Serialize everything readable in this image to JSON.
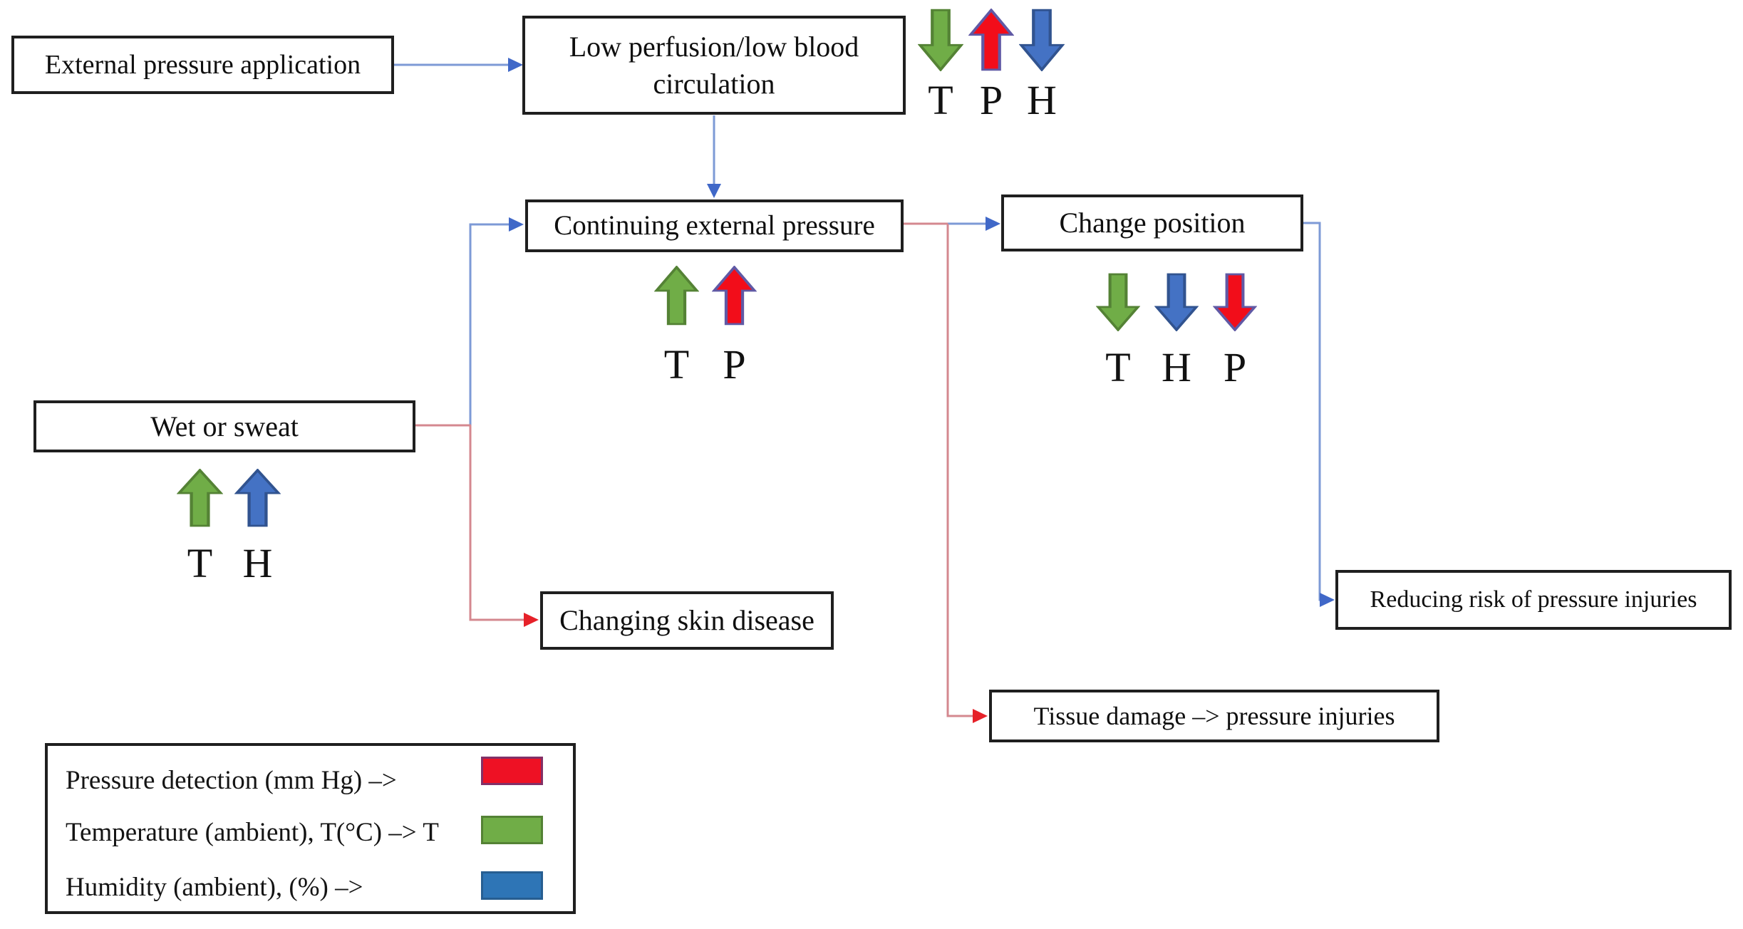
{
  "figure": {
    "type": "flowchart",
    "background": "#ffffff",
    "description": "Pressure injury risk flow diagram with temperature (T), pressure (P) and humidity (H) indicator arrows"
  },
  "nodes": {
    "external_pressure_application": {
      "label": "External pressure application"
    },
    "low_perfusion": {
      "label": "Low perfusion/low blood circulation"
    },
    "continuing_external_pressure": {
      "label": "Continuing external pressure"
    },
    "change_position": {
      "label": "Change position"
    },
    "wet_or_sweat": {
      "label": "Wet or sweat"
    },
    "changing_skin_disease": {
      "label": "Changing skin disease"
    },
    "reducing_risk": {
      "label": "Reducing risk of pressure injuries"
    },
    "tissue_damage": {
      "label": "Tissue damage  –> pressure injuries"
    }
  },
  "indicator_clusters": [
    {
      "at": "low_perfusion",
      "items": [
        {
          "letter": "T",
          "direction": "down",
          "color": "green"
        },
        {
          "letter": "P",
          "direction": "up",
          "color": "red"
        },
        {
          "letter": "H",
          "direction": "down",
          "color": "blue"
        }
      ]
    },
    {
      "at": "continuing_external_pressure",
      "items": [
        {
          "letter": "T",
          "direction": "up",
          "color": "green"
        },
        {
          "letter": "P",
          "direction": "up",
          "color": "red"
        }
      ]
    },
    {
      "at": "change_position",
      "items": [
        {
          "letter": "T",
          "direction": "down",
          "color": "green"
        },
        {
          "letter": "H",
          "direction": "down",
          "color": "blue"
        },
        {
          "letter": "P",
          "direction": "down",
          "color": "red"
        }
      ]
    },
    {
      "at": "wet_or_sweat",
      "items": [
        {
          "letter": "T",
          "direction": "up",
          "color": "green"
        },
        {
          "letter": "H",
          "direction": "up",
          "color": "blue"
        }
      ]
    }
  ],
  "connections": [
    {
      "from": "external_pressure_application",
      "to": "low_perfusion",
      "color": "blue"
    },
    {
      "from": "low_perfusion",
      "to": "continuing_external_pressure",
      "color": "blue"
    },
    {
      "from": "wet_or_sweat",
      "to": "continuing_external_pressure",
      "color": "blue"
    },
    {
      "from": "wet_or_sweat",
      "to": "changing_skin_disease",
      "color": "red"
    },
    {
      "from": "continuing_external_pressure",
      "to": "change_position",
      "color": "blue"
    },
    {
      "from": "continuing_external_pressure",
      "to": "tissue_damage",
      "color": "red"
    },
    {
      "from": "change_position",
      "to": "reducing_risk",
      "color": "blue"
    }
  ],
  "legend": {
    "items": [
      {
        "label": "Pressure detection (mm Hg) –>",
        "color": "#ee1124",
        "border": "#823067"
      },
      {
        "label": "Temperature (ambient), T(°C) –> T",
        "color": "#70ad47",
        "border": "#548235"
      },
      {
        "label": "Humidity (ambient), (%) –>",
        "color": "#2e75b6",
        "border": "#275e91"
      }
    ]
  },
  "palette": {
    "arrow_green": {
      "fill": "#70ad47",
      "stroke": "#548235"
    },
    "arrow_red": {
      "fill": "#f20d1a",
      "stroke": "#6059a5"
    },
    "arrow_blue": {
      "fill": "#4472c4",
      "stroke": "#31538f"
    },
    "connector_blue": "#7d9ad6",
    "connector_blue_head": "#4068c8",
    "connector_red": "#d4888f",
    "connector_red_head": "#e62129",
    "box_border": "#1f1f1f",
    "text": "#0f0f0f"
  }
}
